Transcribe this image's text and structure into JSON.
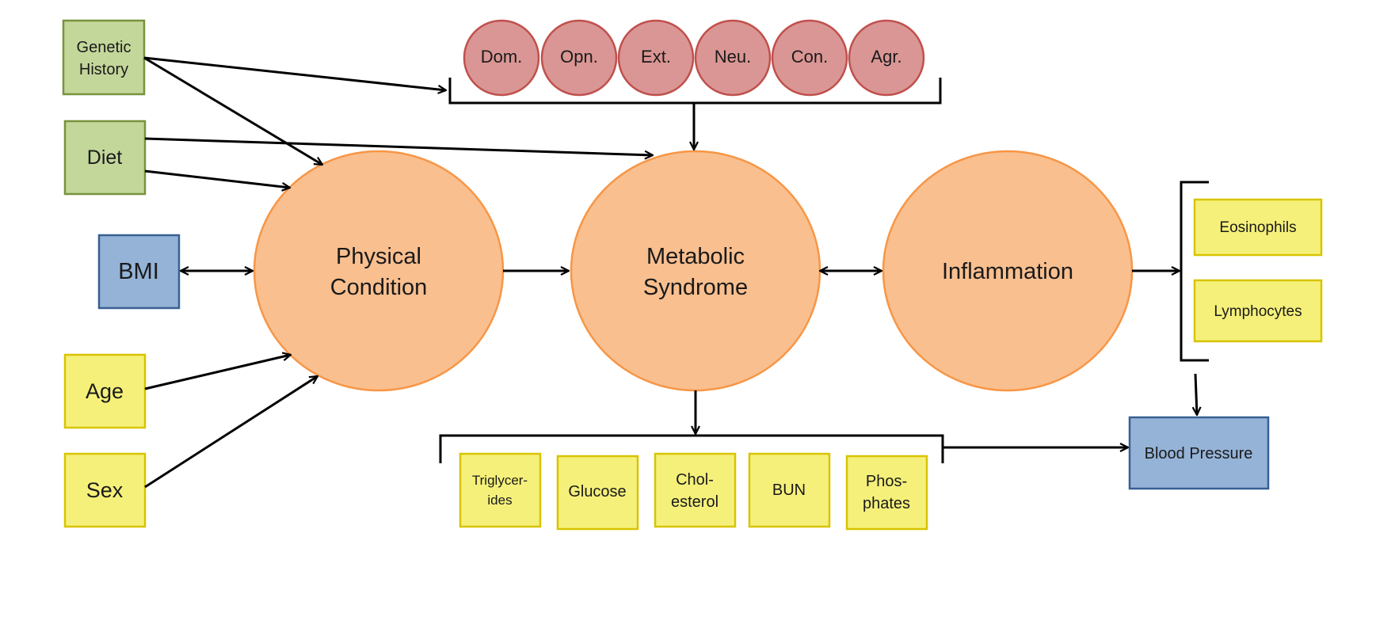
{
  "colors": {
    "green_fill": "#c4d79b",
    "green_stroke": "#77933c",
    "yellow_fill": "#f5f07a",
    "yellow_stroke": "#d8c400",
    "blue_fill": "#95b3d7",
    "blue_stroke": "#376092",
    "orange_fill": "#f9bf8f",
    "orange_stroke": "#f79646",
    "pink_fill": "#da9694",
    "pink_stroke": "#c0504d"
  },
  "nodes": {
    "genetic_history": {
      "line1": "Genetic",
      "line2": "History"
    },
    "diet": {
      "label": "Diet"
    },
    "bmi": {
      "label": "BMI"
    },
    "age": {
      "label": "Age"
    },
    "sex": {
      "label": "Sex"
    },
    "physical_condition": {
      "line1": "Physical",
      "line2": "Condition"
    },
    "metabolic_syndrome": {
      "line1": "Metabolic",
      "line2": "Syndrome"
    },
    "inflammation": {
      "label": "Inflammation"
    },
    "eosinophils": {
      "label": "Eosinophils"
    },
    "lymphocytes": {
      "label": "Lymphocytes"
    },
    "blood_pressure": {
      "label": "Blood Pressure"
    }
  },
  "personality": [
    "Dom.",
    "Opn.",
    "Ext.",
    "Neu.",
    "Con.",
    "Agr."
  ],
  "markers": [
    {
      "line1": "Triglycer-",
      "line2": "ides"
    },
    {
      "line1": "Glucose",
      "line2": ""
    },
    {
      "line1": "Chol-",
      "line2": "esterol"
    },
    {
      "line1": "BUN",
      "line2": ""
    },
    {
      "line1": "Phos-",
      "line2": "phates"
    }
  ]
}
